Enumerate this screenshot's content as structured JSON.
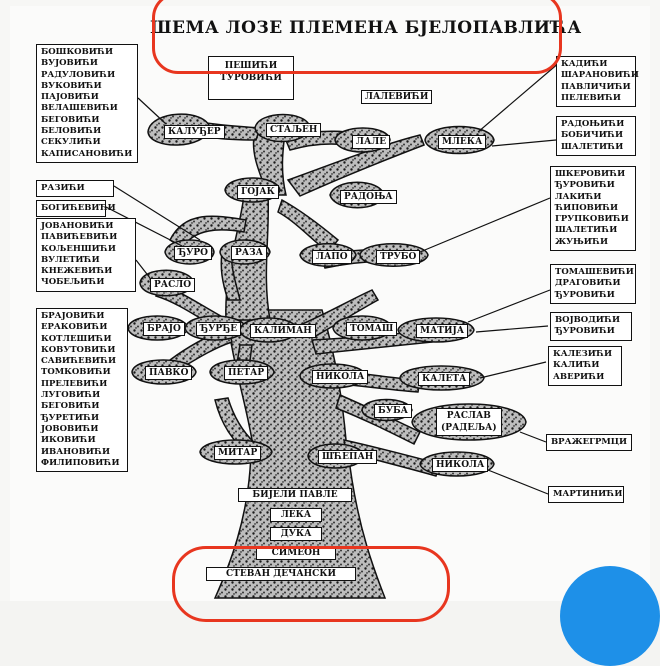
{
  "title": "ШЕМА ЛОЗЕ ПЛЕМЕНА БЈЕЛОПАВЛИЋА",
  "nodes": {
    "peshici": [
      "ПЕШИЋИ",
      "ТУРОВИЋИ"
    ],
    "kaluder": "КАЛУЂЕР",
    "staljen": "СТАЉЕН",
    "lalevici": "ЛАЛЕВИЋИ",
    "lale": "ЛАЛЕ",
    "mleka": "МЛЕКА",
    "gojak": "ГОЈАК",
    "radonja": "РАДОЊА",
    "djuro": "ЂУРО",
    "raza": "РАЗА",
    "lapo": "ЛАПО",
    "trubo": "ТРУБО",
    "raslo": "РАСЛО",
    "brajo": "БРАЈО",
    "djurdje": "ЂУРЂЕ",
    "kaliman": "КАЛИМАН",
    "tomash": "ТОМАШ",
    "matija": "МАТИЈА",
    "pavko": "ПАВКО",
    "petar": "ПЕТАР",
    "nikola1": "НИКОЛА",
    "kaleta": "КАЛЕТА",
    "buba": "БУБА",
    "raslav": [
      "РАСЛАВ",
      "(РАДЕЉА)"
    ],
    "mitar": "МИТАР",
    "shchepan": "ШЋЕПАН",
    "nikola2": "НИКОЛА",
    "bijeli_pavle": "БИЈЕЛИ ПАВЛЕ",
    "leka": "ЛЕКА",
    "duka": "ДУКА",
    "simeon": "СИМЕОН",
    "stevan": "СТЕВАН ДЕЧАНСКИ"
  },
  "lists": {
    "left_top": [
      "БОШКОВИЋИ",
      "ВУЈОВИЋИ",
      "РАДУЛОВИЋИ",
      "ВУКОВИЋИ",
      "ПАЈОВИЋИ",
      "ВЕЛАШЕВИЋИ",
      "БЕГОВИЋИ",
      "БЕЛОВИЋИ",
      "СЕКУЛИЋИ",
      "КАПИСАНОВИЋИ"
    ],
    "razici": [
      "РАЗИЋИ"
    ],
    "bogicevici": [
      "БОГИЋЕВИЋИ"
    ],
    "left_mid": [
      "ЈОВАНОВИЋИ",
      "ПАВИЋЕВИЋИ",
      "КОЉЕНШИЋИ",
      "ВУЛЕТИЋИ",
      "КНЕЖЕВИЋИ",
      "ЧОБЕЉИЋИ"
    ],
    "left_bottom": [
      "БРАЈОВИЋИ",
      "ЕРАКОВИЋИ",
      "КОТЛЕШИЋИ",
      "КОВУТОВИЋИ",
      "САВИЋЕВИЋИ",
      "ТОМКОВИЋИ",
      "ПРЕЛЕВИЋИ",
      "ЛУГОВИЋИ",
      "БЕГОВИЋИ",
      "ЂУРЕТИЋИ",
      "ЈОВОВИЋИ",
      "ИКОВИЋИ",
      "ИВАНОВИЋИ",
      "ФИЛИПОВИЋИ"
    ],
    "right_1": [
      "КАДИЋИ",
      "ШАРАНОВИЋИ",
      "ПАВЛИЧИЋИ",
      "ПЕЛЕВИЋИ"
    ],
    "right_2": [
      "РАДОЊИЋИ",
      "БОБИЧИЋИ",
      "ШАЛЕТИЋИ"
    ],
    "right_3": [
      "ШКЕРОВИЋИ",
      "ЂУРОВИЋИ",
      "ЛАКИЋИ",
      "ЋИПОВИЋИ",
      "ГРУПКОВИЋИ",
      "ШАЛЕТИЋИ",
      "ЖУЊИЋИ"
    ],
    "right_4": [
      "ТОМАШЕВИЋИ",
      "ДРАГОВИЋИ",
      "ЂУРОВИЋИ"
    ],
    "right_5": [
      "ВОЈВОДИЋИ",
      "ЂУРОВИЋИ"
    ],
    "right_6": [
      "КАЛЕЗИЋИ",
      "КАЛИЋИ",
      "АВЕРИЋИ"
    ],
    "vrazhegrmci": [
      "ВРАЖЕГРМЦИ"
    ],
    "martinici": [
      "МАРТИНИЋИ"
    ]
  },
  "colors": {
    "annotation": "#e8361f",
    "ink": "#111111",
    "fab": "#1e90e8"
  }
}
